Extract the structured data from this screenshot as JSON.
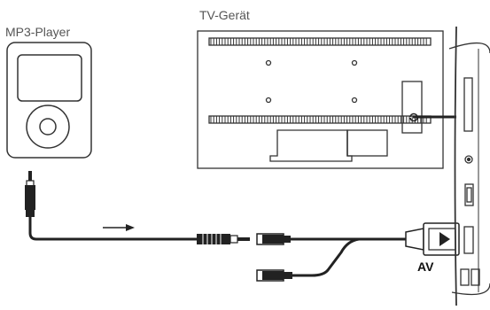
{
  "labels": {
    "mp3_player": "MP3-Player",
    "tv": "TV-Gerät",
    "av": "AV"
  },
  "colors": {
    "line": "#222222",
    "outline": "#333333",
    "background": "#ffffff"
  },
  "icons": {
    "direction": "arrow-right-icon",
    "port": "av-port-arrow-icon"
  }
}
